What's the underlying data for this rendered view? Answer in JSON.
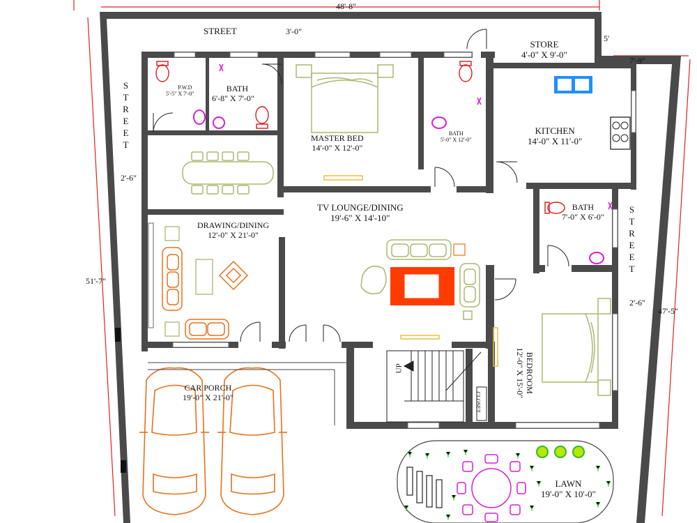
{
  "dimensions": {
    "top_width": "48'-8\"",
    "left_height": "51'-7\"",
    "right_height": "47'-5\"",
    "corner_width": "7'-9\"",
    "corner_small": "5'",
    "left_setback": "2'-6\"",
    "right_setback": "2'-6\"",
    "top_setback": "3'-0\""
  },
  "streets": {
    "top": "STREET",
    "left": "STREET",
    "right": "STREET"
  },
  "rooms": {
    "pwd": {
      "name": "P.W.D",
      "size": "5'-5\" X 7'-0\""
    },
    "bath1": {
      "name": "BATH",
      "size": "6'-8\" X 7'-0\""
    },
    "master": {
      "name": "MASTER BED",
      "size": "14'-0\" X 12'-0\""
    },
    "bath2": {
      "name": "BATH",
      "size": "5'-0\" X 12'-0\""
    },
    "store": {
      "name": "STORE",
      "size": "4'-0\" X 9'-0\""
    },
    "kitchen": {
      "name": "KITCHEN",
      "size": "14'-0\" X 11'-0\""
    },
    "lounge": {
      "name": "TV LOUNGE/DINING",
      "size": "19'-6\" X 14'-10\""
    },
    "drawing": {
      "name": "DRAWING/DINING",
      "size": "12'-0\" X 21'-0\""
    },
    "bath3": {
      "name": "BATH",
      "size": "7'-0\" X 6'-0\""
    },
    "bedroom": {
      "name": "BEDROOM",
      "size": "12'-0\" X 15'-0\""
    },
    "porch": {
      "name": "CAR PORCH",
      "size": "19'-0\" X 21'-0\""
    },
    "lawn": {
      "name": "LAWN",
      "size": "19'-0\" X 10'-0\""
    },
    "closet": {
      "name": "CLOSET"
    },
    "stairs": {
      "name": "UP"
    }
  },
  "colors": {
    "wall": "#4a4a4a",
    "furniture": "#a8b870",
    "bathroom_fixture": "#d81b1b",
    "sink": "#d81bd8",
    "car": "#e8701a",
    "rug": "#ff3b00",
    "lawn_plant": "#2eb82e",
    "dimension_line": "#e02020",
    "kitchen_sink": "#1e90ff"
  }
}
